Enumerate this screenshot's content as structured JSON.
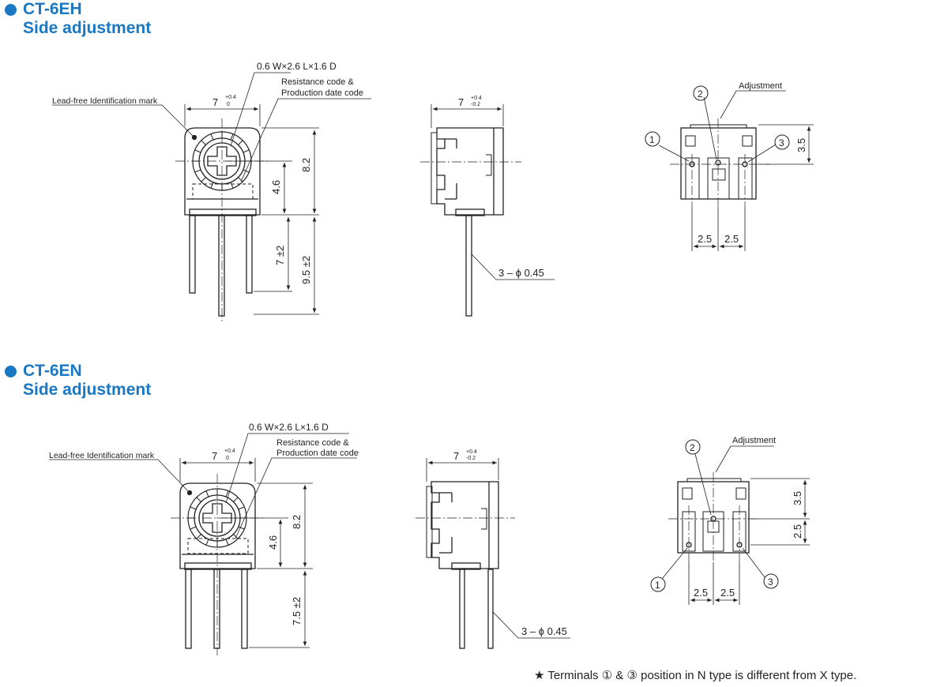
{
  "sections": [
    {
      "model": "CT-6EH",
      "subtitle": "Side adjustment",
      "labels": {
        "lead_mark": "0.6 W×2.6 L×1.6 D",
        "res_code_1": "Resistance code &",
        "res_code_2": "Production date code",
        "lead_free": "Lead-free Identification mark",
        "width": "7",
        "width_tol": "+0.4",
        "width_tol_low": "0",
        "side_width": "7",
        "side_tol_up": "+0.4",
        "side_tol_low": "-0.2",
        "h_total": "8.2",
        "h_center": "4.6",
        "lead1": "7 ±2",
        "lead2": "9.5 ±2",
        "lead_dia": "3 – ϕ 0.45",
        "adjustment": "Adjustment",
        "pitch1": "2.5",
        "pitch2": "2.5",
        "offset": "3.5",
        "t1": "①",
        "t2": "②",
        "t3": "③"
      }
    },
    {
      "model": "CT-6EN",
      "subtitle": "Side adjustment",
      "labels": {
        "lead_mark": "0.6 W×2.6 L×1.6 D",
        "res_code_1": "Resistance code &",
        "res_code_2": "Production date code",
        "lead_free": "Lead-free Identification mark",
        "width": "7",
        "width_tol": "+0.4",
        "width_tol_low": "0",
        "side_width": "7",
        "side_tol_up": "+0.4",
        "side_tol_low": "-0.2",
        "h_total": "8.2",
        "h_center": "4.6",
        "lead1": "7.5 ±2",
        "lead_dia": "3 – ϕ 0.45",
        "adjustment": "Adjustment",
        "pitch1": "2.5",
        "pitch2": "2.5",
        "offset1": "3.5",
        "offset2": "2.5",
        "t1": "①",
        "t2": "②",
        "t3": "③"
      }
    }
  ],
  "footnote": "★ Terminals ① & ③ position in N type is different from X type."
}
